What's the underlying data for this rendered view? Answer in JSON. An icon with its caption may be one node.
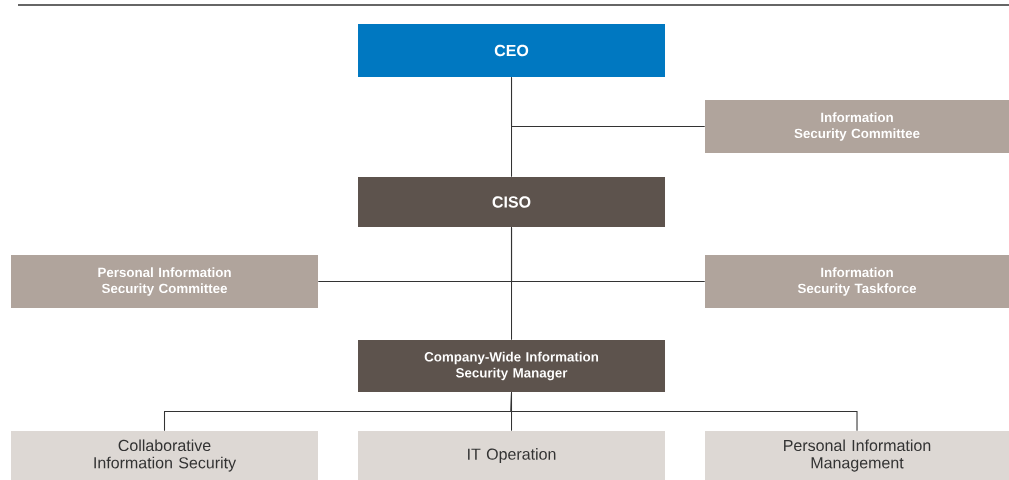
{
  "diagram": {
    "nodes": [
      {
        "text": [
          "CEO"
        ]
      },
      {
        "text": [
          "Information Security Committee"
        ]
      },
      {
        "text": [
          "CISO"
        ]
      },
      {
        "text": [
          "Personal Information Security Committee"
        ]
      },
      {
        "text": [
          "Information Security Taskforce"
        ]
      },
      {
        "text": [
          "Company-Wide Information Security Manager"
        ]
      },
      {
        "text": [
          "Collaborative Information Security"
        ]
      },
      {
        "text": [
          "IT Operation"
        ]
      },
      {
        "text": [
          "Personal Information Management"
        ]
      }
    ],
    "edges": [
      {
        "from": 0,
        "to": 1,
        "arrow": "none"
      },
      {
        "from": 0,
        "to": 2,
        "arrow": "none"
      },
      {
        "from": 2,
        "to": 3,
        "arrow": "none"
      },
      {
        "from": 2,
        "to": 4,
        "arrow": "none"
      },
      {
        "from": 2,
        "to": 5,
        "arrow": "none"
      },
      {
        "from": 5,
        "to": 6,
        "arrow": "none"
      },
      {
        "from": 5,
        "to": 7,
        "arrow": "none"
      },
      {
        "from": 5,
        "to": 8,
        "arrow": "none"
      }
    ]
  }
}
